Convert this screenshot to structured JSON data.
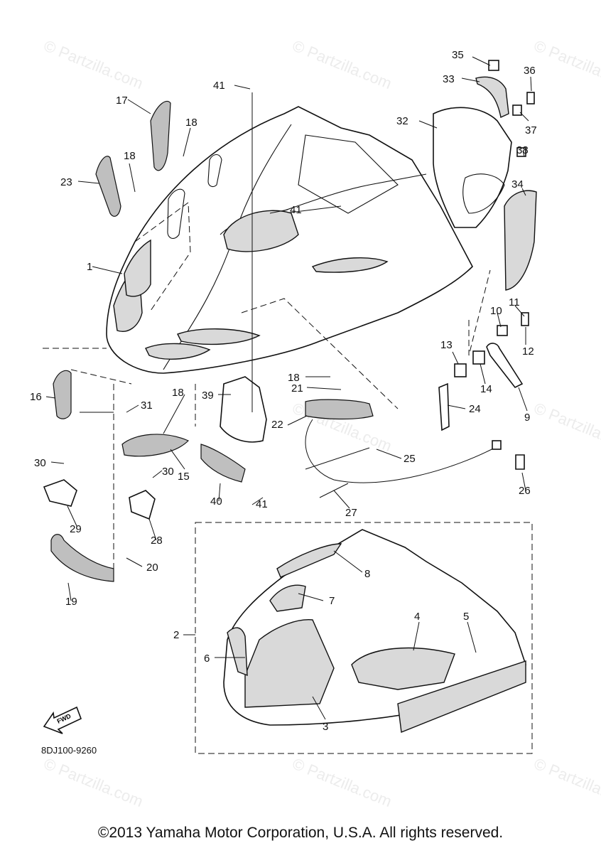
{
  "watermark": "© Partzilla.com",
  "diagram_code": "8DJ100-9260",
  "fwd_label": "FWD",
  "copyright": "©2013 Yamaha Motor Corporation, U.S.A. All rights reserved.",
  "callouts": [
    "1",
    "2",
    "3",
    "4",
    "5",
    "6",
    "7",
    "8",
    "9",
    "10",
    "11",
    "12",
    "13",
    "14",
    "15",
    "16",
    "17",
    "18",
    "18",
    "18",
    "18",
    "19",
    "20",
    "21",
    "22",
    "23",
    "24",
    "25",
    "26",
    "27",
    "28",
    "29",
    "30",
    "30",
    "31",
    "32",
    "33",
    "34",
    "35",
    "36",
    "37",
    "38",
    "39",
    "40",
    "41",
    "41",
    "41"
  ]
}
